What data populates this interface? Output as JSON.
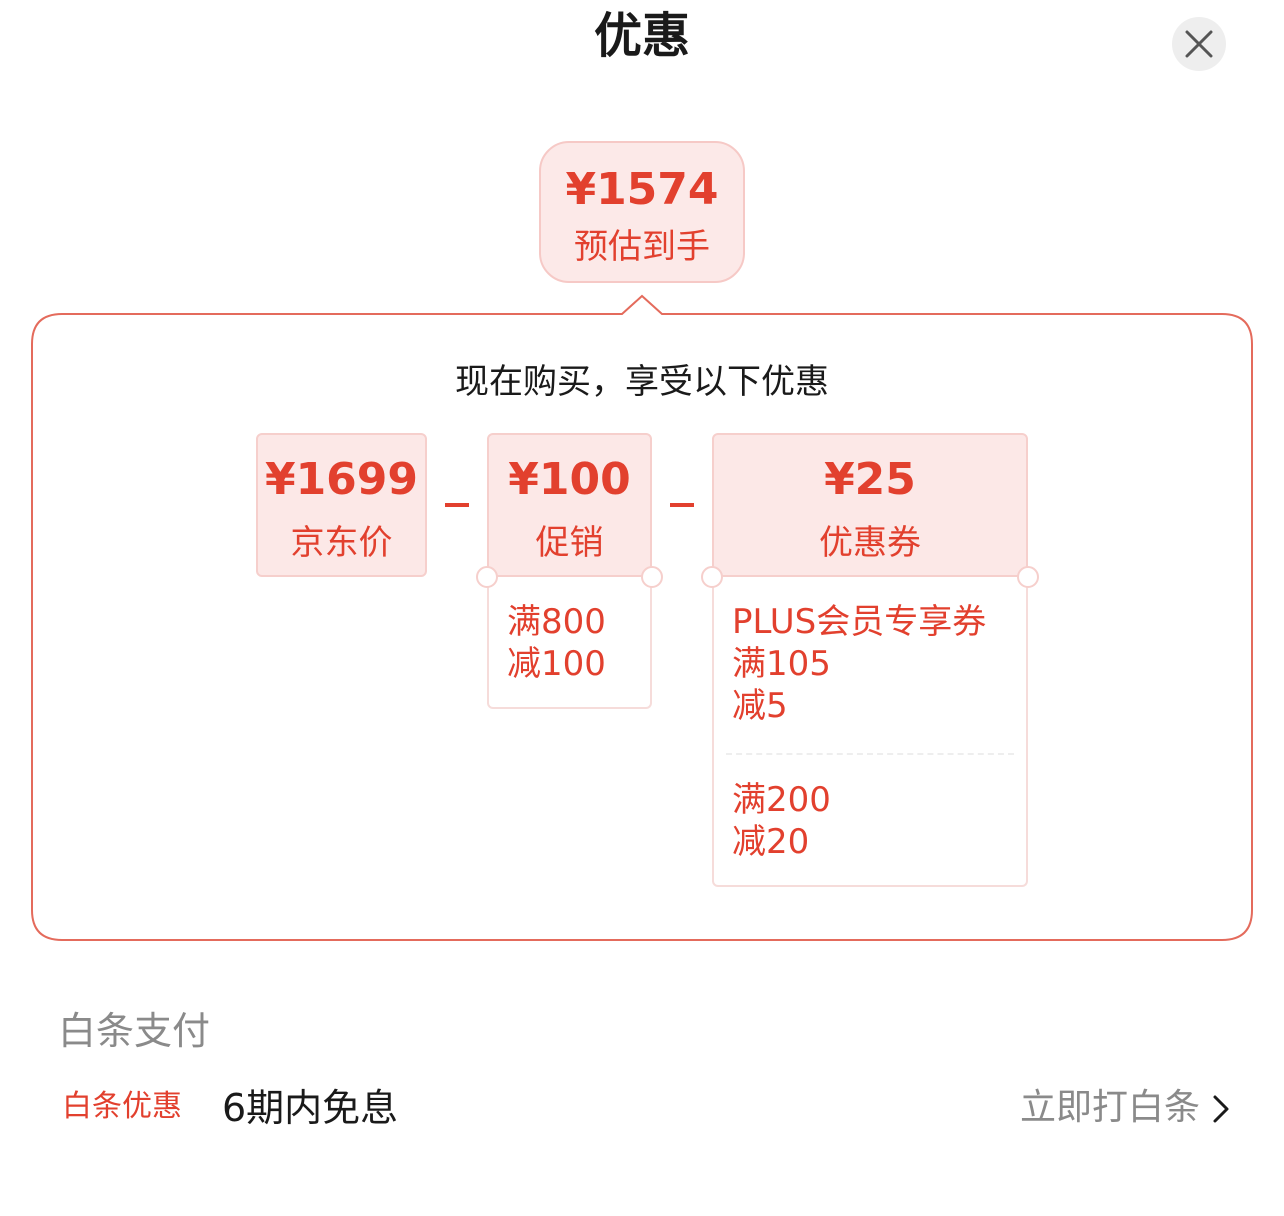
{
  "header": {
    "title": "优惠",
    "close_icon": "close-icon"
  },
  "estimate": {
    "amount": "¥1574",
    "label": "预估到手"
  },
  "panel": {
    "subtitle": "现在购买，享受以下优惠",
    "items": [
      {
        "amount": "¥1699",
        "label": "京东价"
      },
      {
        "amount": "¥100",
        "label": "促销",
        "rules": [
          [
            "满800",
            "减100"
          ]
        ]
      },
      {
        "amount": "¥25",
        "label": "优惠券",
        "rules": [
          [
            "PLUS会员专享券",
            "满105",
            "减5"
          ],
          [
            "满200",
            "减20"
          ]
        ]
      }
    ]
  },
  "baitiao": {
    "section_title": "白条支付",
    "tag": "白条优惠",
    "text": "6期内免息",
    "link": "立即打白条",
    "link_icon": "chevron-right-icon"
  },
  "colors": {
    "accent": "#e2402e",
    "pink_bg": "#fce8e7",
    "panel_border": "#e46b5c",
    "muted": "#8a8a8a"
  }
}
